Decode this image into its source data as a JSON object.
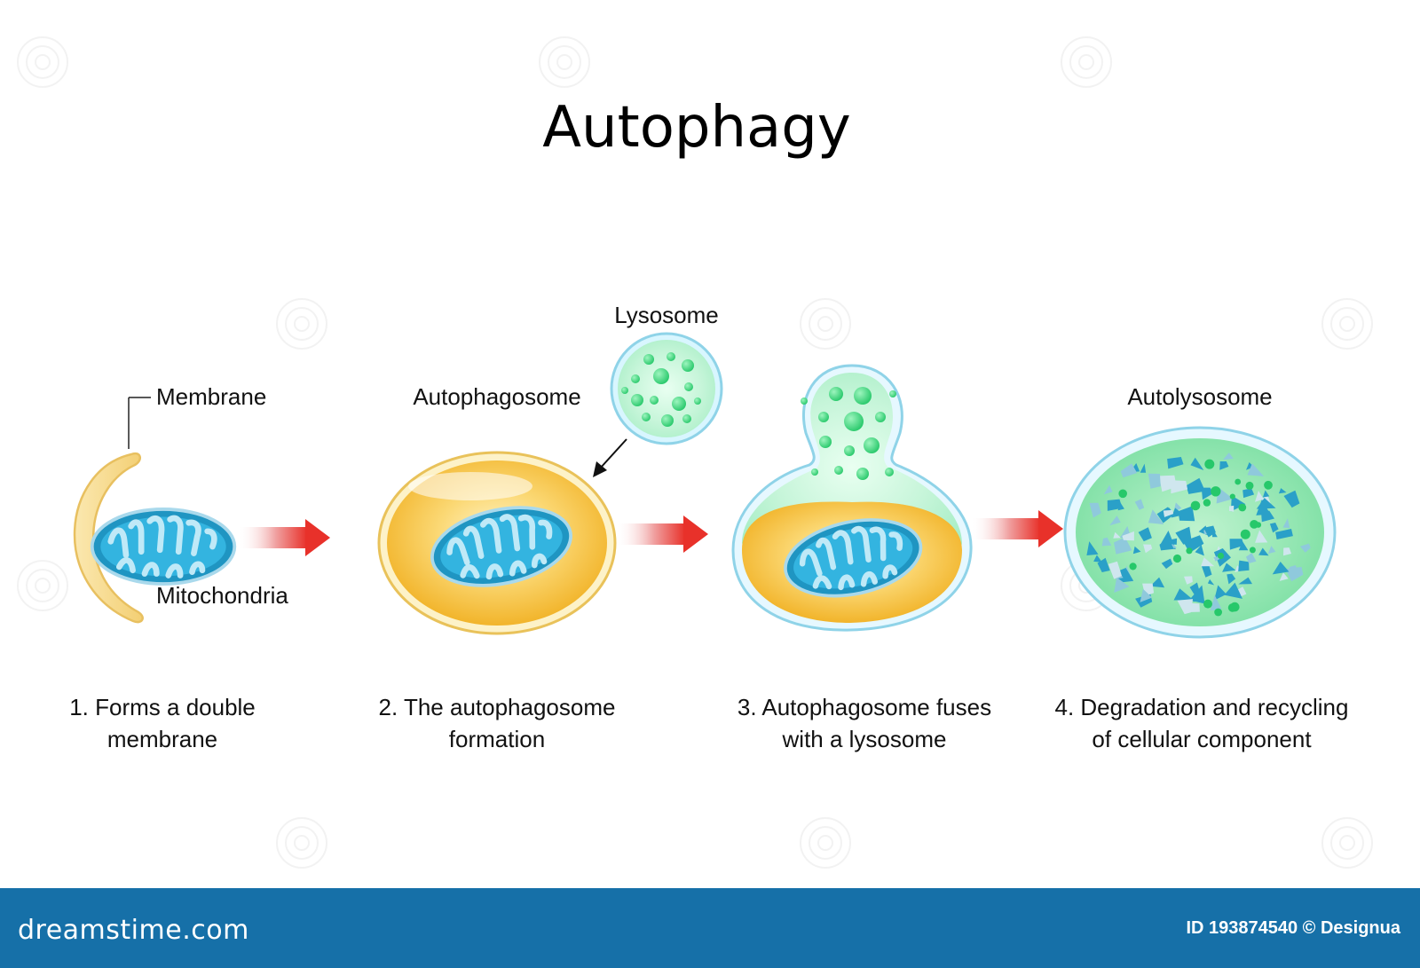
{
  "title": "Autophagy",
  "labels": {
    "membrane": "Membrane",
    "mitochondria": "Mitochondria",
    "autophagosome": "Autophagosome",
    "lysosome": "Lysosome",
    "autolysosome": "Autolysosome"
  },
  "steps": [
    {
      "line1": "1. Forms a double",
      "line2": "membrane"
    },
    {
      "line1": "2. The autophagosome",
      "line2": "formation"
    },
    {
      "line1": "3. Autophagosome fuses",
      "line2": "with a lysosome"
    },
    {
      "line1": "4. Degradation and recycling",
      "line2": "of cellular component"
    }
  ],
  "footer": {
    "logo": "dreamstime.com",
    "image_id": "ID 193874540 © Designua"
  },
  "colors": {
    "membrane": "#f6c53a",
    "mitochondria": "#29a8d6",
    "lysosome": "#4fdd8a",
    "arrow": "#e8312a",
    "footer": "#1670a8"
  }
}
